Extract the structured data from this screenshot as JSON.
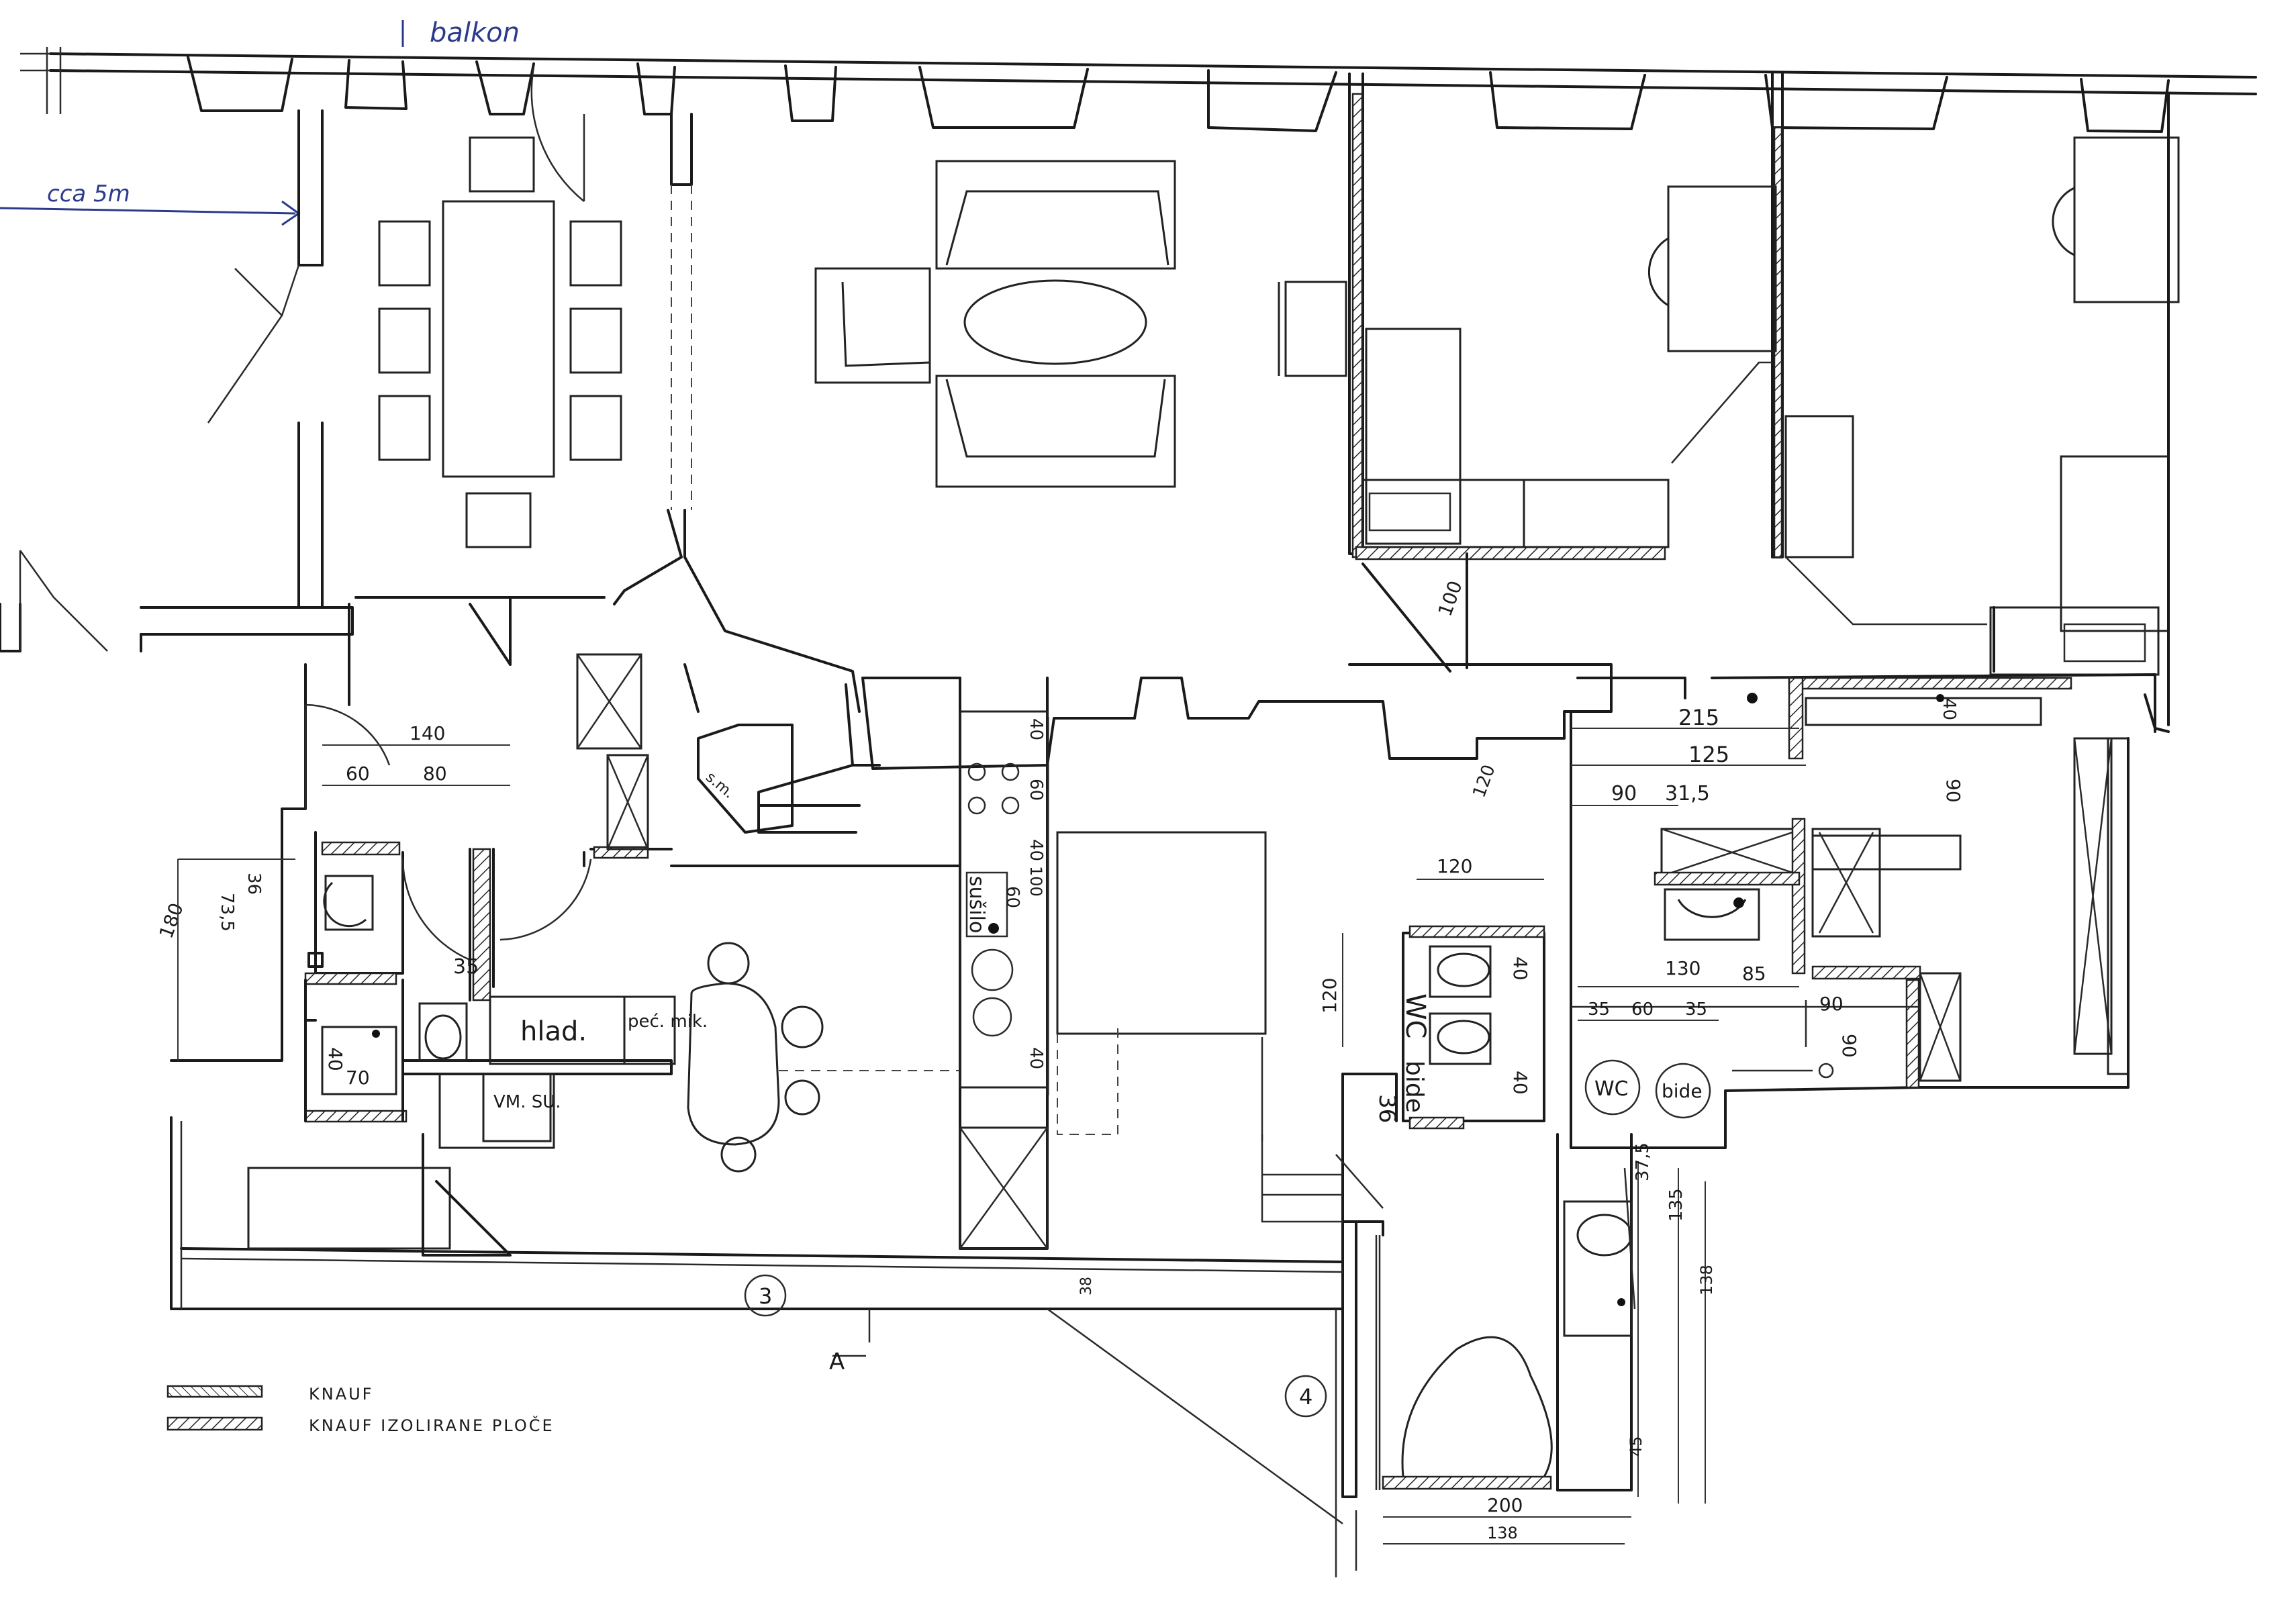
{
  "annotations": {
    "balcony": "balkon",
    "distance": "cca 5m",
    "fridge": "hlad.",
    "oven": "peć. mik.",
    "washer": "VM. SU.",
    "dryer": "sušilo",
    "wc": "WC",
    "bidet": "bide",
    "wc_circle": "WC",
    "bidet_circle": "bide",
    "section_marker": "A",
    "axis_3": "3",
    "axis_4": "4"
  },
  "legend": {
    "knauf": "KNAUF",
    "knauf_insulated": "KNAUF IZOLIRANE PLOČE"
  },
  "dimensions": {
    "d140": "140",
    "d60": "60",
    "d80": "80",
    "d73_5": "73,5",
    "d36a": "36",
    "d180": "180",
    "d35": "35",
    "d40a": "40",
    "d70": "70",
    "d36b": "36",
    "d40b": "40",
    "d60b": "60",
    "d40c": "40",
    "d60c": "60",
    "d40d": "40",
    "d100a": "100",
    "d100b": "100",
    "d120a": "120",
    "d120b": "120",
    "d120c": "120",
    "d40e": "40",
    "d40f": "40",
    "d215": "215",
    "d125": "125",
    "d90a": "90",
    "d31_5": "31,5",
    "d90b": "90",
    "d130": "130",
    "d85": "85",
    "d35a": "35",
    "d60d": "60",
    "d35b": "35",
    "d90c": "90",
    "d90d": "90",
    "d37_5": "37,5",
    "d135": "135",
    "d138": "138",
    "d200": "200",
    "d138b": "138",
    "d38": "38",
    "d45": "45",
    "d40g": "40"
  }
}
